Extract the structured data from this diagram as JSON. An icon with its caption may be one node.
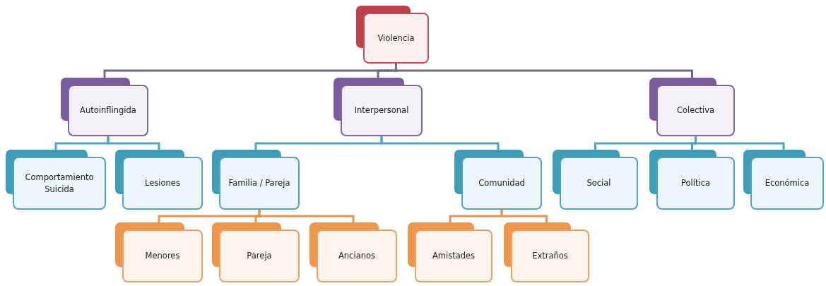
{
  "diagram": {
    "nodes": [
      {
        "text": [
          "Violencia"
        ]
      },
      {
        "text": [
          "Autoinflingida"
        ]
      },
      {
        "text": [
          "Interpersonal"
        ]
      },
      {
        "text": [
          "Colectiva"
        ]
      },
      {
        "text": [
          "Comportamiento Suicida"
        ]
      },
      {
        "text": [
          "Lesiones"
        ]
      },
      {
        "text": [
          "Familia / Pareja"
        ]
      },
      {
        "text": [
          "Comunidad"
        ]
      },
      {
        "text": [
          "Social"
        ]
      },
      {
        "text": [
          "Política"
        ]
      },
      {
        "text": [
          "Económica"
        ]
      },
      {
        "text": [
          "Menores"
        ]
      },
      {
        "text": [
          "Pareja"
        ]
      },
      {
        "text": [
          "Ancianos"
        ]
      },
      {
        "text": [
          "Amistades"
        ]
      },
      {
        "text": [
          "Extraños"
        ]
      }
    ],
    "edges": [
      {
        "from": 0,
        "to": 1,
        "arrow": "none",
        "color": "#6e6a85"
      },
      {
        "from": 0,
        "to": 2,
        "arrow": "none",
        "color": "#6e6a85"
      },
      {
        "from": 0,
        "to": 3,
        "arrow": "none",
        "color": "#6e6a85"
      },
      {
        "from": 1,
        "to": 4,
        "arrow": "none"
      },
      {
        "from": 1,
        "to": 5,
        "arrow": "none"
      },
      {
        "from": 2,
        "to": 6,
        "arrow": "none"
      },
      {
        "from": 2,
        "to": 7,
        "arrow": "none"
      },
      {
        "from": 3,
        "to": 8,
        "arrow": "none"
      },
      {
        "from": 3,
        "to": 9,
        "arrow": "none"
      },
      {
        "from": 3,
        "to": 10,
        "arrow": "none"
      },
      {
        "from": 6,
        "to": 11,
        "arrow": "none",
        "color": "#e8944a"
      },
      {
        "from": 6,
        "to": 12,
        "arrow": "none",
        "color": "#e8944a"
      },
      {
        "from": 6,
        "to": 13,
        "arrow": "none",
        "color": "#e8944a"
      },
      {
        "from": 7,
        "to": 14,
        "arrow": "none",
        "color": "#e8944a"
      },
      {
        "from": 7,
        "to": 15,
        "arrow": "none",
        "color": "#e8944a"
      }
    ]
  }
}
